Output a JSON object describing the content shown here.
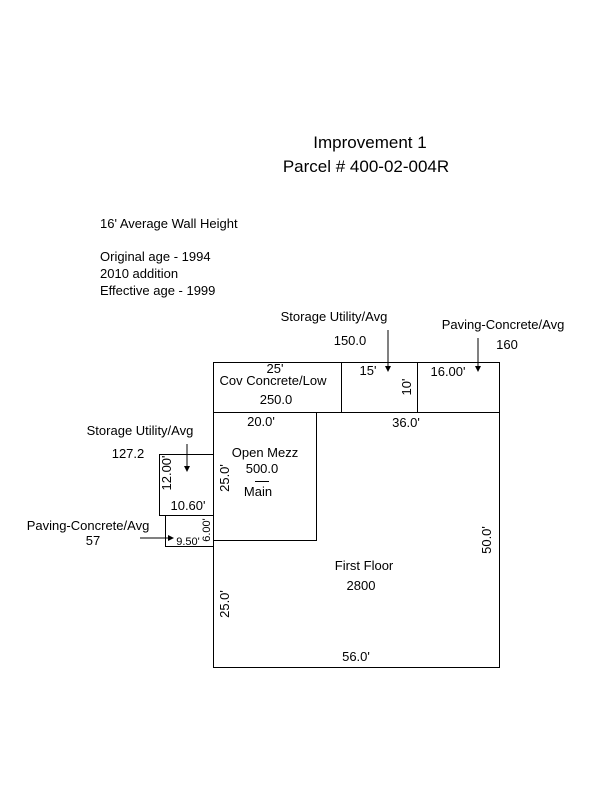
{
  "title": {
    "line1": "Improvement 1",
    "line2": "Parcel # 400-02-004R"
  },
  "notes": {
    "wall_height": "16' Average Wall Height",
    "original_age": "Original age - 1994",
    "addition": "2010 addition",
    "effective_age": "Effective age - 1999"
  },
  "areas": {
    "storage_top": {
      "label": "Storage Utility/Avg",
      "value": "150.0",
      "width": "15'",
      "depth": "10'"
    },
    "paving_top": {
      "label": "Paving-Concrete/Avg",
      "value": "160",
      "width": "16.00'"
    },
    "cov_concrete": {
      "label": "Cov Concrete/Low",
      "value": "250.0",
      "width": "25'"
    },
    "open_mezz": {
      "label": "Open Mezz",
      "value": "500.0",
      "sub": "Main",
      "width": "20.0'",
      "depth": "25.0'"
    },
    "storage_left": {
      "label": "Storage Utility/Avg",
      "value": "127.2",
      "width": "10.60'",
      "depth": "12.00'"
    },
    "paving_left": {
      "label": "Paving-Concrete/Avg",
      "value": "57",
      "width": "9.50'",
      "depth": "6.00'"
    },
    "first_floor": {
      "label": "First Floor",
      "value": "2800",
      "top": "36.0'",
      "bottom": "56.0'",
      "right": "50.0'",
      "left": "25.0'"
    }
  }
}
